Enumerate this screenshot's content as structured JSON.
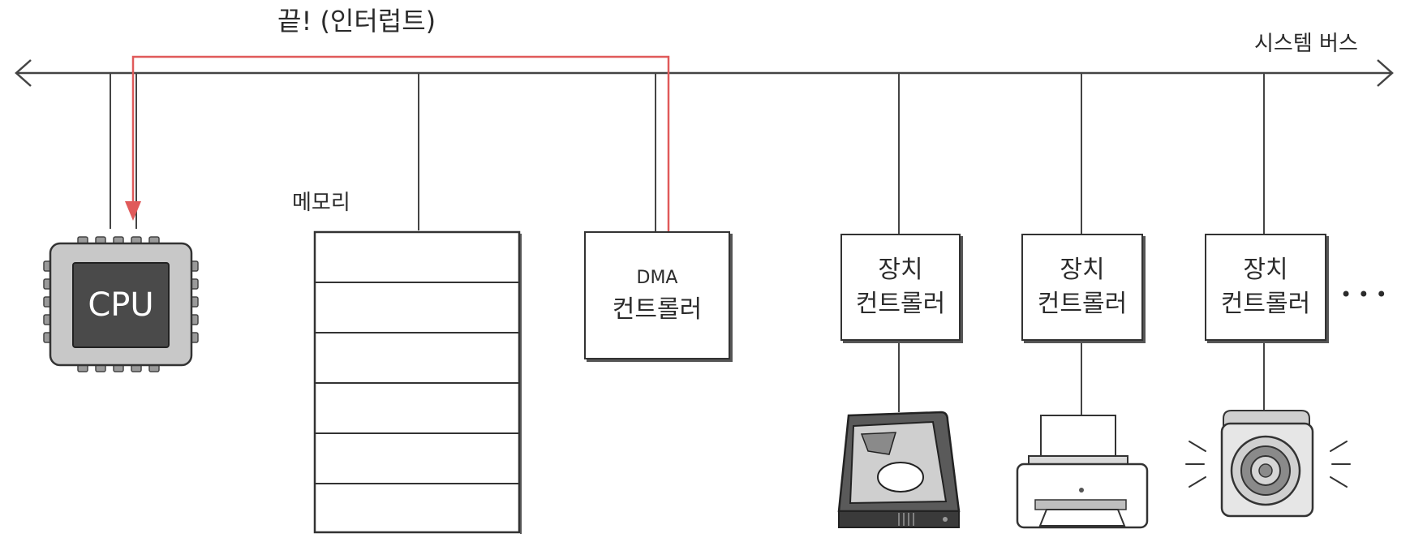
{
  "title": "끝! (인터럽트)",
  "bus": {
    "label": "시스템 버스"
  },
  "cpu": {
    "label": "CPU"
  },
  "memory": {
    "label": "메모리"
  },
  "dma": {
    "line1": "DMA",
    "line2": "컨트롤러"
  },
  "devices": [
    {
      "line1": "장치",
      "line2": "컨트롤러",
      "icon": "hard-disk-icon"
    },
    {
      "line1": "장치",
      "line2": "컨트롤러",
      "icon": "printer-icon"
    },
    {
      "line1": "장치",
      "line2": "컨트롤러",
      "icon": "speaker-icon"
    }
  ],
  "ellipsis": "• • •",
  "colors": {
    "interrupt": "#e05a5a",
    "line": "#444444",
    "chip": "#c8c8c8",
    "chip_core": "#4a4a4a",
    "device_dark": "#555555"
  }
}
